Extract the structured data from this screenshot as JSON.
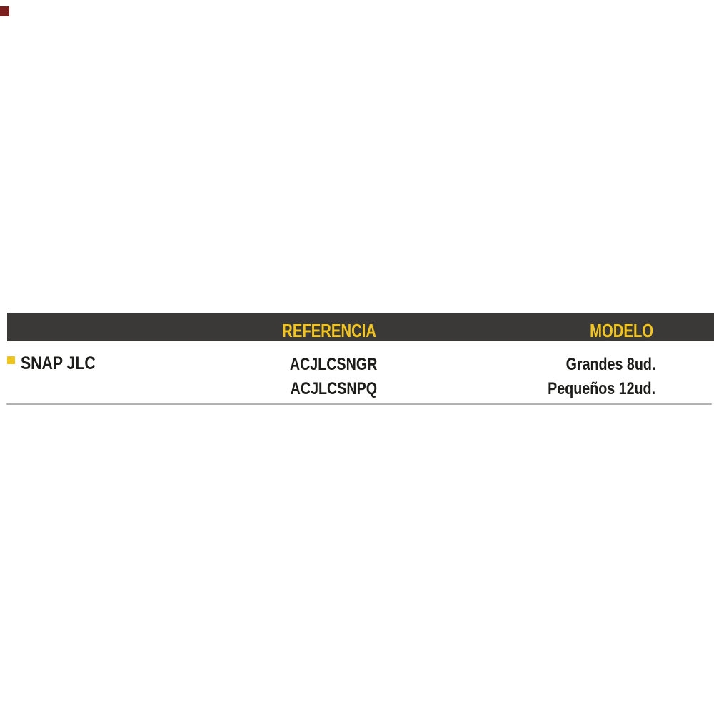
{
  "page": {
    "background_color": "#ffffff"
  },
  "decor": {
    "corner_fragment_color": "#7b1e1e"
  },
  "table": {
    "header": {
      "background_color": "#3a3937",
      "text_color": "#f2c41d",
      "referencia_label": "REFERENCIA",
      "modelo_label": "MODELO"
    },
    "product": {
      "bullet_color": "#eec41e",
      "name": "SNAP JLC",
      "rows": [
        {
          "referencia": "ACJLCSNGR",
          "modelo": "Grandes 8ud."
        },
        {
          "referencia": "ACJLCSNPQ",
          "modelo": "Pequeños 12ud."
        }
      ]
    },
    "divider_color": "#b2b2b2"
  }
}
